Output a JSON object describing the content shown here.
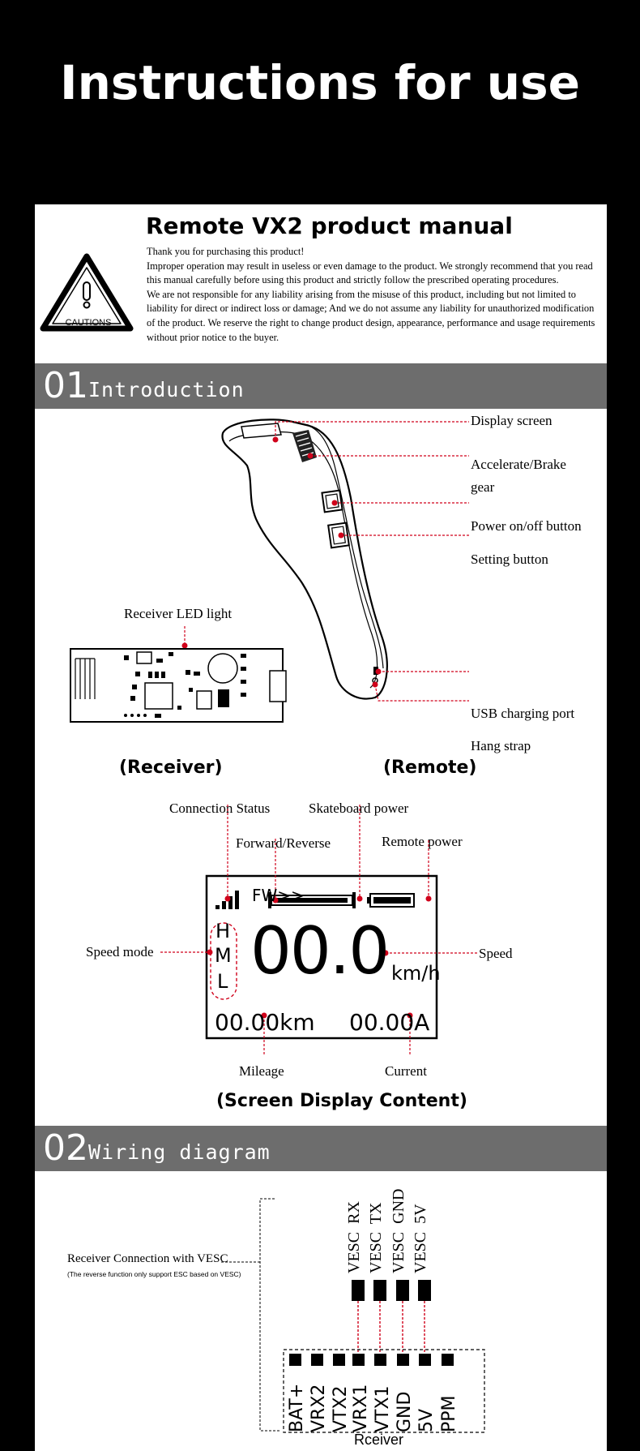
{
  "hero": {
    "title": "Instructions for use"
  },
  "manual": {
    "title": "Remote VX2 product manual",
    "caution_label": "CAUTIONS",
    "paragraphs": [
      "Thank you for purchasing this product!",
      "Improper operation may result in useless or even damage to the product. We strongly recommend that you read this manual carefully before using this product and strictly follow the prescribed operating procedures.",
      "We are not responsible for any liability arising from the misuse of this product, including but not limited to liability for direct or indirect loss or damage; And we do not assume any liability for unauthorized modification of the product. We reserve the right to change product design, appearance, performance and usage requirements without prior notice to the buyer."
    ]
  },
  "section1": {
    "number": "01",
    "title": "Introduction",
    "remote_labels": {
      "display": "Display screen",
      "accel_line1": "Accelerate/Brake",
      "accel_line2": "gear",
      "power": "Power on/off button",
      "setting": "Setting button",
      "usb": "USB charging port",
      "strap": "Hang strap"
    },
    "receiver_led": "Receiver LED light",
    "caption_receiver": "(Receiver)",
    "caption_remote": "(Remote)",
    "screen_labels": {
      "connection": "Connection Status",
      "skateboard": "Skateboard power",
      "forward": "Forward/Reverse",
      "remote_power": "Remote power",
      "speed_mode": "Speed mode",
      "speed": "Speed",
      "mileage": "Mileage",
      "current": "Current"
    },
    "lcd": {
      "direction": "FW>>",
      "mode_h": "H",
      "mode_m": "M",
      "mode_l": "L",
      "speed_value": "00.0",
      "speed_unit": "km/h",
      "mileage_value": "00.00km",
      "current_value": "00.00A"
    },
    "caption_screen": "(Screen Display Content)"
  },
  "section2": {
    "number": "02",
    "title": "Wiring diagram",
    "connection_label": "Receiver Connection with VESC",
    "connection_note": "(The reverse function only support ESC based on VESC)",
    "vesc_pins": [
      "VESC  RX",
      "VESC  TX",
      "VESC  GND",
      "VESC  5V"
    ],
    "receiver_pins": [
      "BAT+",
      "VRX2",
      "VTX2",
      "VRX1",
      "VTX1",
      "GND",
      "5V",
      "PPM"
    ],
    "receiver_label": "Rceiver"
  },
  "colors": {
    "accent_red": "#d0021b",
    "band_gray": "#6d6d6d"
  }
}
